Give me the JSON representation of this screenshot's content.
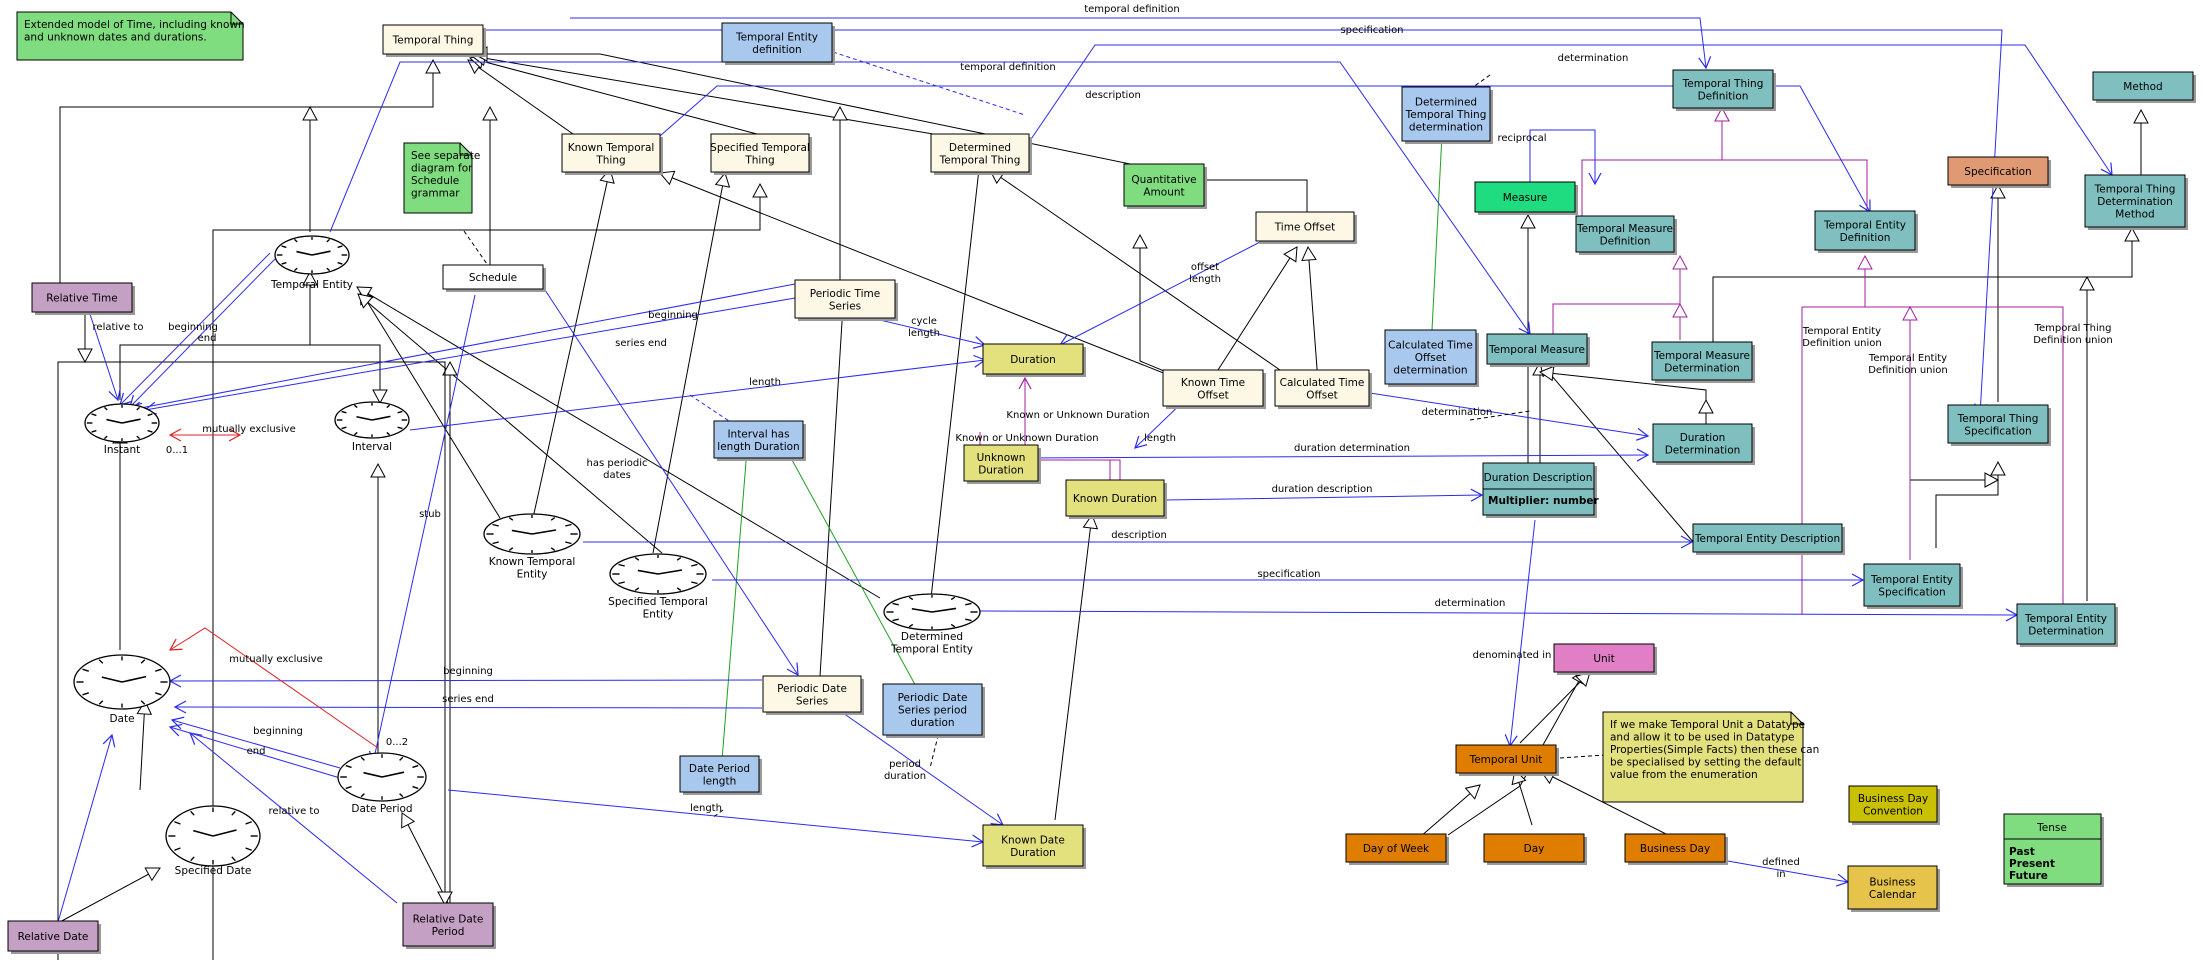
{
  "colors": {
    "cream": "#fdf8e6",
    "lightblue": "#a8c8ee",
    "teal": "#7fbfbf",
    "mauve": "#c4a0c4",
    "yellow": "#e3e07e",
    "green": "#7fdc7f",
    "mint": "#1fdc80",
    "orange": "#de7d00",
    "salmon": "#df9a74",
    "pink": "#e17fc6",
    "gold": "#e6c34a",
    "olive": "#c8c000",
    "blueline": "#2b2bee",
    "greenline": "#20a020",
    "purpleline": "#a020a0",
    "redline": "#e02020"
  },
  "notes": {
    "extended": [
      "Extended model of Time, including known",
      "and unknown dates and durations."
    ],
    "schedule": [
      "See separate",
      "diagram for",
      "Schedule",
      "grammar"
    ],
    "datatype": [
      "If we make Temporal Unit a Datatype",
      "and allow it to be used in Datatype",
      "Properties(Simple Facts) then these can",
      "be specialised by setting the default",
      "value from the enumeration"
    ]
  },
  "boxes": {
    "temporal_thing": [
      "Temporal Thing"
    ],
    "temporal_entity_definition": [
      "Temporal Entity",
      "definition"
    ],
    "known_temporal_thing": [
      "Known Temporal",
      "Thing"
    ],
    "specified_temporal_thing": [
      "Specified Temporal",
      "Thing"
    ],
    "determined_temporal_thing": [
      "Determined",
      "Temporal Thing"
    ],
    "quantitative_amount": [
      "Quantitative",
      "Amount"
    ],
    "time_offset": [
      "Time Offset"
    ],
    "determined_tt_determination": [
      "Determined",
      "Temporal Thing",
      "determination"
    ],
    "temporal_thing_definition": [
      "Temporal Thing",
      "Definition"
    ],
    "method": [
      "Method"
    ],
    "measure": [
      "Measure"
    ],
    "temporal_measure_definition": [
      "Temporal Measure",
      "Definition"
    ],
    "temporal_entity_definition_teal": [
      "Temporal Entity",
      "Definition"
    ],
    "specification": [
      "Specification"
    ],
    "tt_determination_method": [
      "Temporal Thing",
      "Determination",
      "Method"
    ],
    "relative_time": [
      "Relative Time"
    ],
    "schedule": [
      "Schedule"
    ],
    "periodic_time_series": [
      "Periodic Time",
      "Series"
    ],
    "duration": [
      "Duration"
    ],
    "known_time_offset": [
      "Known Time",
      "Offset"
    ],
    "calculated_time_offset": [
      "Calculated Time",
      "Offset"
    ],
    "calc_time_offset_determination": [
      "Calculated Time",
      "Offset",
      "determination"
    ],
    "temporal_measure": [
      "Temporal Measure"
    ],
    "temporal_measure_determination": [
      "Temporal Measure",
      "Determination"
    ],
    "temporal_thing_specification": [
      "Temporal Thing",
      "Specification"
    ],
    "interval_has_length_duration": [
      "Interval has",
      "length Duration"
    ],
    "unknown_duration": [
      "Unknown",
      "Duration"
    ],
    "known_duration": [
      "Known Duration"
    ],
    "duration_determination": [
      "Duration",
      "Determination"
    ],
    "duration_description": [
      "Duration Description"
    ],
    "temporal_entity_description": [
      "Temporal Entity Description"
    ],
    "temporal_entity_specification": [
      "Temporal Entity",
      "Specification"
    ],
    "temporal_entity_determination": [
      "Temporal Entity",
      "Determination"
    ],
    "unit": [
      "Unit"
    ],
    "periodic_date_series": [
      "Periodic Date",
      "Series"
    ],
    "pds_period_duration": [
      "Periodic Date",
      "Series period",
      "duration"
    ],
    "date_period_length": [
      "Date Period",
      "length"
    ],
    "temporal_unit": [
      "Temporal Unit"
    ],
    "business_day_convention": [
      "Business Day",
      "Convention"
    ],
    "tense": [
      "Tense"
    ],
    "known_date_duration": [
      "Known Date",
      "Duration"
    ],
    "day_of_week": [
      "Day of Week"
    ],
    "day": [
      "Day"
    ],
    "business_day": [
      "Business Day"
    ],
    "business_calendar": [
      "Business",
      "Calendar"
    ],
    "relative_date": [
      "Relative Date"
    ],
    "relative_date_period": [
      "Relative Date",
      "Period"
    ]
  },
  "attributes": {
    "duration_description": "Multiplier: number",
    "tense": [
      "Past",
      "Present",
      "Future"
    ]
  },
  "clocks": {
    "temporal_entity": "Temporal Entity",
    "instant": "Instant",
    "interval": "Interval",
    "known_temporal_entity": [
      "Known Temporal",
      "Entity"
    ],
    "specified_temporal_entity": [
      "Specified Temporal",
      "Entity"
    ],
    "determined_temporal_entity": [
      "Determined",
      "Temporal Entity"
    ],
    "date": "Date",
    "date_period": "Date Period",
    "specified_date": "Specified Date"
  },
  "edge_labels": {
    "temporal_definition_top": "temporal definition",
    "specification_top": "specification",
    "determination_top": "determination",
    "temporal_definition_mid": "temporal definition",
    "description_top": "description",
    "reciprocal": "reciprocal",
    "beginning_instant": "beginning",
    "end_instant": "end",
    "relative_to": "relative to",
    "beginning_pts": "beginning",
    "series_end_pts": "series end",
    "cycle_length": [
      "cycle",
      "length"
    ],
    "offset_length": [
      "offset",
      "length"
    ],
    "length_interval": "length",
    "mutually_exclusive_top": "mutually exclusive",
    "mult_0_1": "0...1",
    "known_or_unknown_1": "Known or Unknown Duration",
    "known_or_unknown_2": "Known or Unknown Duration",
    "length_kto": "length",
    "duration_determination": "duration determination",
    "determination_cto": "determination",
    "duration_description": "duration description",
    "description_kte": "description",
    "specification_ste": "specification",
    "determination_dte": "determination",
    "has_periodic_dates": [
      "has periodic",
      "dates"
    ],
    "stub": "stub",
    "ted_union_1": [
      "Temporal Entity",
      "Definition union"
    ],
    "ted_union_2": [
      "Temporal Entity",
      "Definition union"
    ],
    "ttd_union": [
      "Temporal Thing",
      "Definition union"
    ],
    "denominated_in": "denominated in",
    "mutually_exclusive_low": "mutually exclusive",
    "beginning_pds": "beginning",
    "series_end_pds": "series end",
    "beginning_dp": "beginning",
    "end_dp": "end",
    "mult_0_2": "0...2",
    "relative_to_dp": "relative to",
    "period_duration": [
      "period",
      "duration"
    ],
    "length_dpl": "length",
    "defined_in": [
      "defined",
      "in"
    ]
  }
}
